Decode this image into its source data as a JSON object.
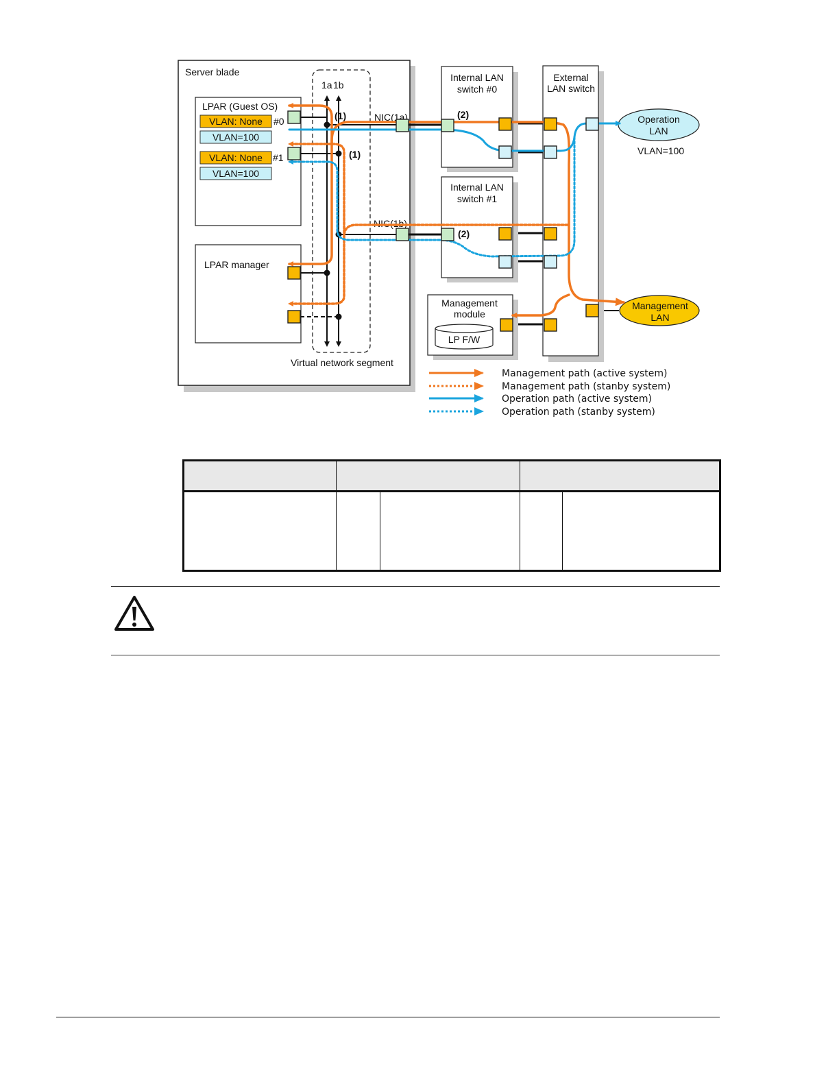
{
  "diagram": {
    "server_blade": "Server blade",
    "lpar_guest": "LPAR (Guest OS)",
    "vlan_none_0": "VLAN: None",
    "vlan_100_0": "VLAN=100",
    "vlan_none_1": "VLAN: None",
    "vlan_100_1": "VLAN=100",
    "port_0": "#0",
    "port_1": "#1",
    "seg_1a": "1a",
    "seg_1b": "1b",
    "mark_1_a": "(1)",
    "mark_1_b": "(1)",
    "mark_2_a": "(2)",
    "mark_2_b": "(2)",
    "nic_1a": "NIC(1a)",
    "nic_1b": "NIC(1b)",
    "lpar_manager": "LPAR manager",
    "virtual_segment": "Virtual network segment",
    "internal_switch_0": [
      "Internal LAN",
      "switch #0"
    ],
    "internal_switch_1": [
      "Internal LAN",
      "switch #1"
    ],
    "external_switch": [
      "External",
      "LAN switch"
    ],
    "management_module": [
      "Management",
      "module"
    ],
    "lp_fw": "LP F/W",
    "operation_lan": [
      "Operation",
      "LAN"
    ],
    "operation_vlan": "VLAN=100",
    "management_lan": [
      "Management",
      "LAN"
    ],
    "colors": {
      "management": "#f07820",
      "operation": "#1aa4de",
      "port_orange": "#f9b800",
      "port_cyan": "#d4f2fa",
      "port_green": "#c8ecc8",
      "vlan_none_fill": "#f9b800",
      "vlan_100_fill": "#c8f0f8",
      "operation_lan_fill": "#c8f0f8",
      "management_lan_fill": "#f9c800"
    }
  },
  "legend": [
    {
      "label": "Management path (active system)",
      "color": "#f07820",
      "style": "solid"
    },
    {
      "label": "Management path (stanby system)",
      "color": "#f07820",
      "style": "dotted"
    },
    {
      "label": "Operation path (active system)",
      "color": "#1aa4de",
      "style": "solid"
    },
    {
      "label": "Operation path (stanby system)",
      "color": "#1aa4de",
      "style": "dotted"
    }
  ],
  "icons": {
    "warning": "warning-triangle-icon"
  }
}
